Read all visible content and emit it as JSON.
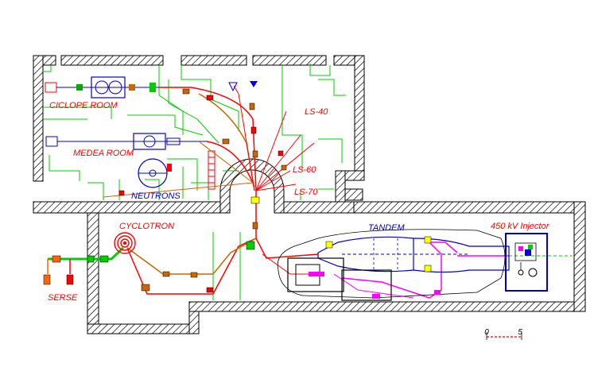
{
  "labels": {
    "ciclope_room": "CICLOPE ROOM",
    "medea_room": "MEDEA ROOM",
    "neutrons": "NEUTRONS",
    "cyclotron": "CYCLOTRON",
    "serse": "SERSE",
    "tandem": "TANDEM",
    "injector": "450  kV Injector",
    "ls40": "LS-40",
    "ls60": "LS-60",
    "ls70": "LS-70"
  },
  "scale": {
    "start": "0",
    "end": "5"
  },
  "colors": {
    "wall_hatch": "#000000",
    "structure_green": "#00cc00",
    "beamline_red": "#ff0000",
    "beamline_orange": "#cc6600",
    "beamline_magenta": "#ff00ff",
    "equipment_blue": "#0000cc",
    "label_red": "#ff0000",
    "label_blue": "#0000cc"
  }
}
